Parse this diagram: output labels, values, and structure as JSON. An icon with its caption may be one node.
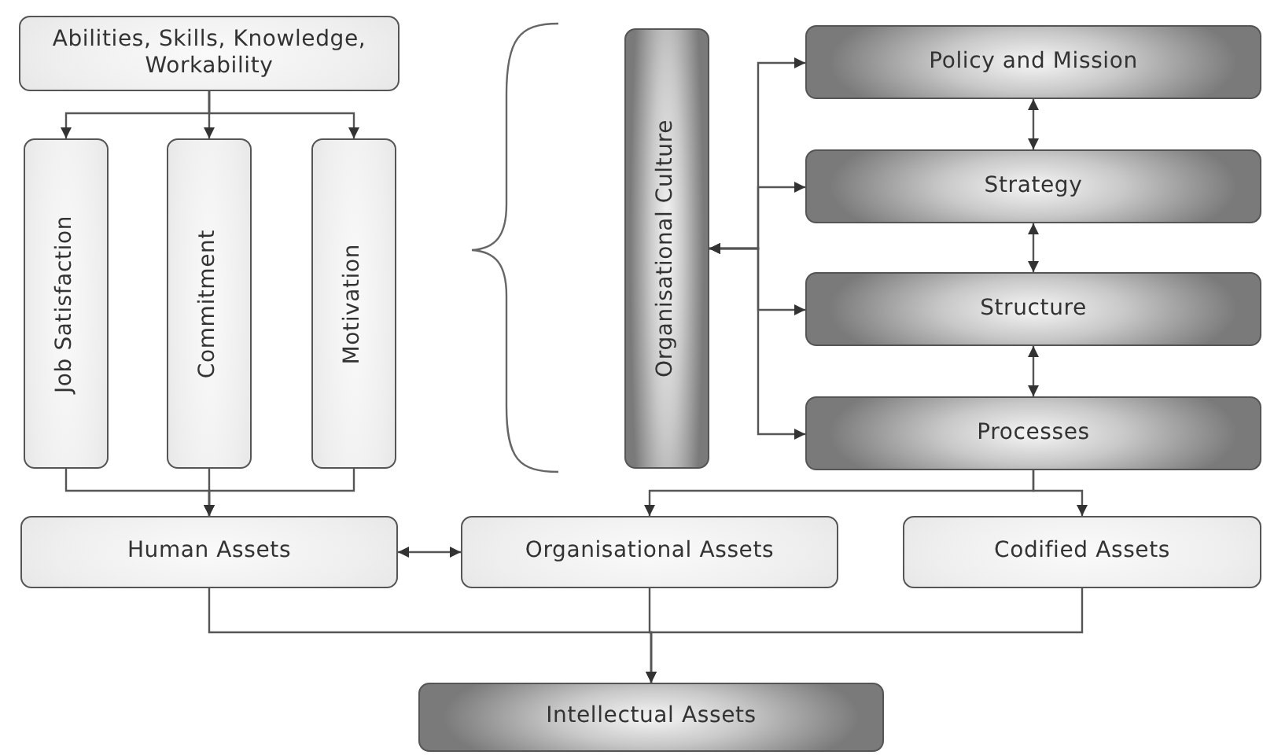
{
  "diagram": {
    "nodes": [
      {
        "text": [
          "Abilities, Skills, Knowledge, Workability"
        ]
      },
      {
        "text": [
          "Job Satisfaction"
        ]
      },
      {
        "text": [
          "Commitment"
        ]
      },
      {
        "text": [
          "Motivation"
        ]
      },
      {
        "text": [
          "Organisational Culture"
        ]
      },
      {
        "text": [
          "Policy and Mission"
        ]
      },
      {
        "text": [
          "Strategy"
        ]
      },
      {
        "text": [
          "Structure"
        ]
      },
      {
        "text": [
          "Processes"
        ]
      },
      {
        "text": [
          "Human Assets"
        ]
      },
      {
        "text": [
          "Organisational Assets"
        ]
      },
      {
        "text": [
          "Codified Assets"
        ]
      },
      {
        "text": [
          "Intellectual Assets"
        ]
      }
    ],
    "edges": [
      {
        "from": 0,
        "to": 1,
        "arrow": "to"
      },
      {
        "from": 0,
        "to": 2,
        "arrow": "to"
      },
      {
        "from": 0,
        "to": 3,
        "arrow": "to"
      },
      {
        "from": 1,
        "to": 9,
        "arrow": "to"
      },
      {
        "from": 2,
        "to": 9,
        "arrow": "to"
      },
      {
        "from": 3,
        "to": 9,
        "arrow": "to"
      },
      {
        "from": 4,
        "to": 5,
        "arrow": "both"
      },
      {
        "from": 4,
        "to": 6,
        "arrow": "both"
      },
      {
        "from": 4,
        "to": 7,
        "arrow": "both"
      },
      {
        "from": 4,
        "to": 8,
        "arrow": "both"
      },
      {
        "from": 5,
        "to": 6,
        "arrow": "both"
      },
      {
        "from": 6,
        "to": 7,
        "arrow": "both"
      },
      {
        "from": 7,
        "to": 8,
        "arrow": "both"
      },
      {
        "from": 8,
        "to": 10,
        "arrow": "to"
      },
      {
        "from": 8,
        "to": 11,
        "arrow": "to"
      },
      {
        "from": 9,
        "to": 10,
        "arrow": "both"
      },
      {
        "from": 9,
        "to": 12,
        "arrow": "to"
      },
      {
        "from": 10,
        "to": 12,
        "arrow": "to"
      },
      {
        "from": 11,
        "to": 12,
        "arrow": "to"
      }
    ]
  }
}
